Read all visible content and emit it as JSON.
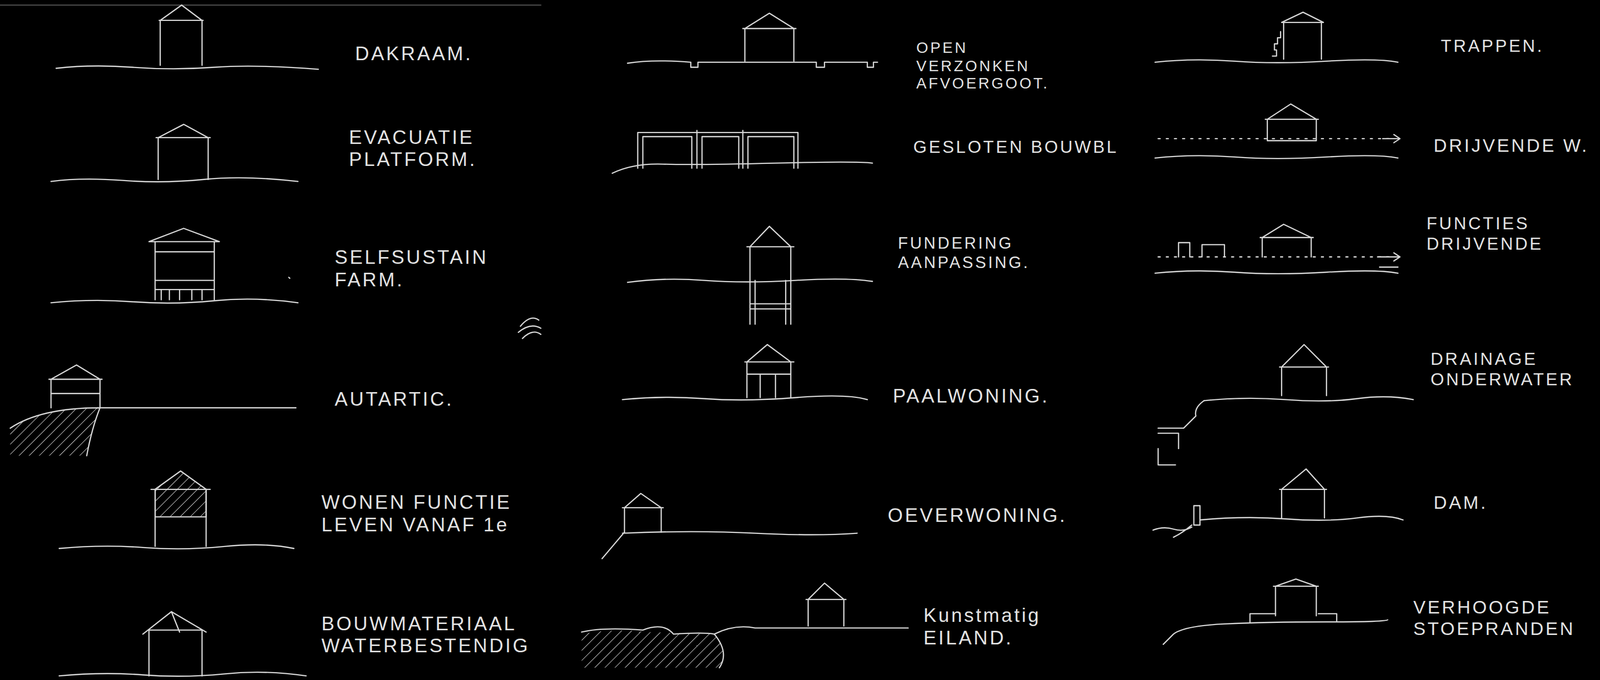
{
  "diagram": {
    "labels": [
      "DAKRAAM.",
      "EVACUATIE PLATFORM.",
      "SELFSUSTAIN FARM.",
      "AUTARTIC.",
      "WONEN FUNCTIE LEVEN VANAF 1e",
      "BOUWMATERIAAL WATERBESTENDIG",
      "OPEN VERZONKEN AFVOERGOOT.",
      "GESLOTEN BOUWBL",
      "FUNDERING AANPASSING.",
      "PAALWONING.",
      "OEVERWONING.",
      "Kunstmatig EILAND.",
      "TRAPPEN.",
      "DRIJVENDE W.",
      "FUNCTIES DRIJVENDE",
      "DRAINAGE ONDERWATER",
      "DAM.",
      "VERHOOGDE STOEPRANDEN"
    ]
  }
}
